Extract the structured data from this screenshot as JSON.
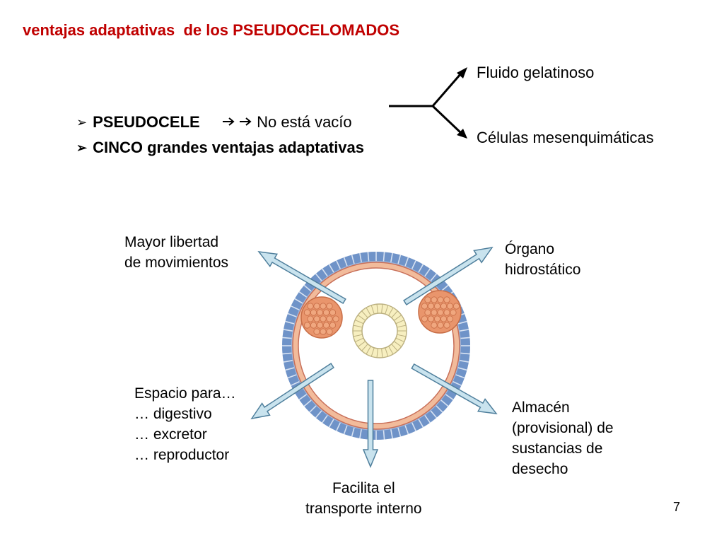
{
  "title": "ventajas adaptativas  de los PSEUDOCELOMADOS",
  "bullets": [
    {
      "marker": "➢",
      "lead": "PSEUDOCELE",
      "arrows": "  ",
      "text": "No está vacío"
    },
    {
      "marker": "➢",
      "text": "CINCO grandes ventajas adaptativas"
    }
  ],
  "branches": [
    "Fluido gelatinoso",
    "Células mesenquimáticas"
  ],
  "advantages": {
    "top_left": "Mayor libertad\nde movimientos",
    "top_right": "Órgano\nhidrostático",
    "bottom_left": "Espacio para…\n… digestivo\n… excretor\n… reproductor",
    "bottom_center": "Facilita el\ntransporte interno",
    "bottom_right": "Almacén\n(provisional) de\nsustancias de\ndesecho"
  },
  "page_number": "7",
  "colors": {
    "title": "#c00000",
    "epidermis": "#6f93c8",
    "muscle": "#f2bb9b",
    "muscle_line": "#c8705a",
    "gonad": "#e9956c",
    "gut": "#f7efc0",
    "arrow_fill": "#c9e3ee",
    "arrow_stroke": "#4f7f9c"
  }
}
